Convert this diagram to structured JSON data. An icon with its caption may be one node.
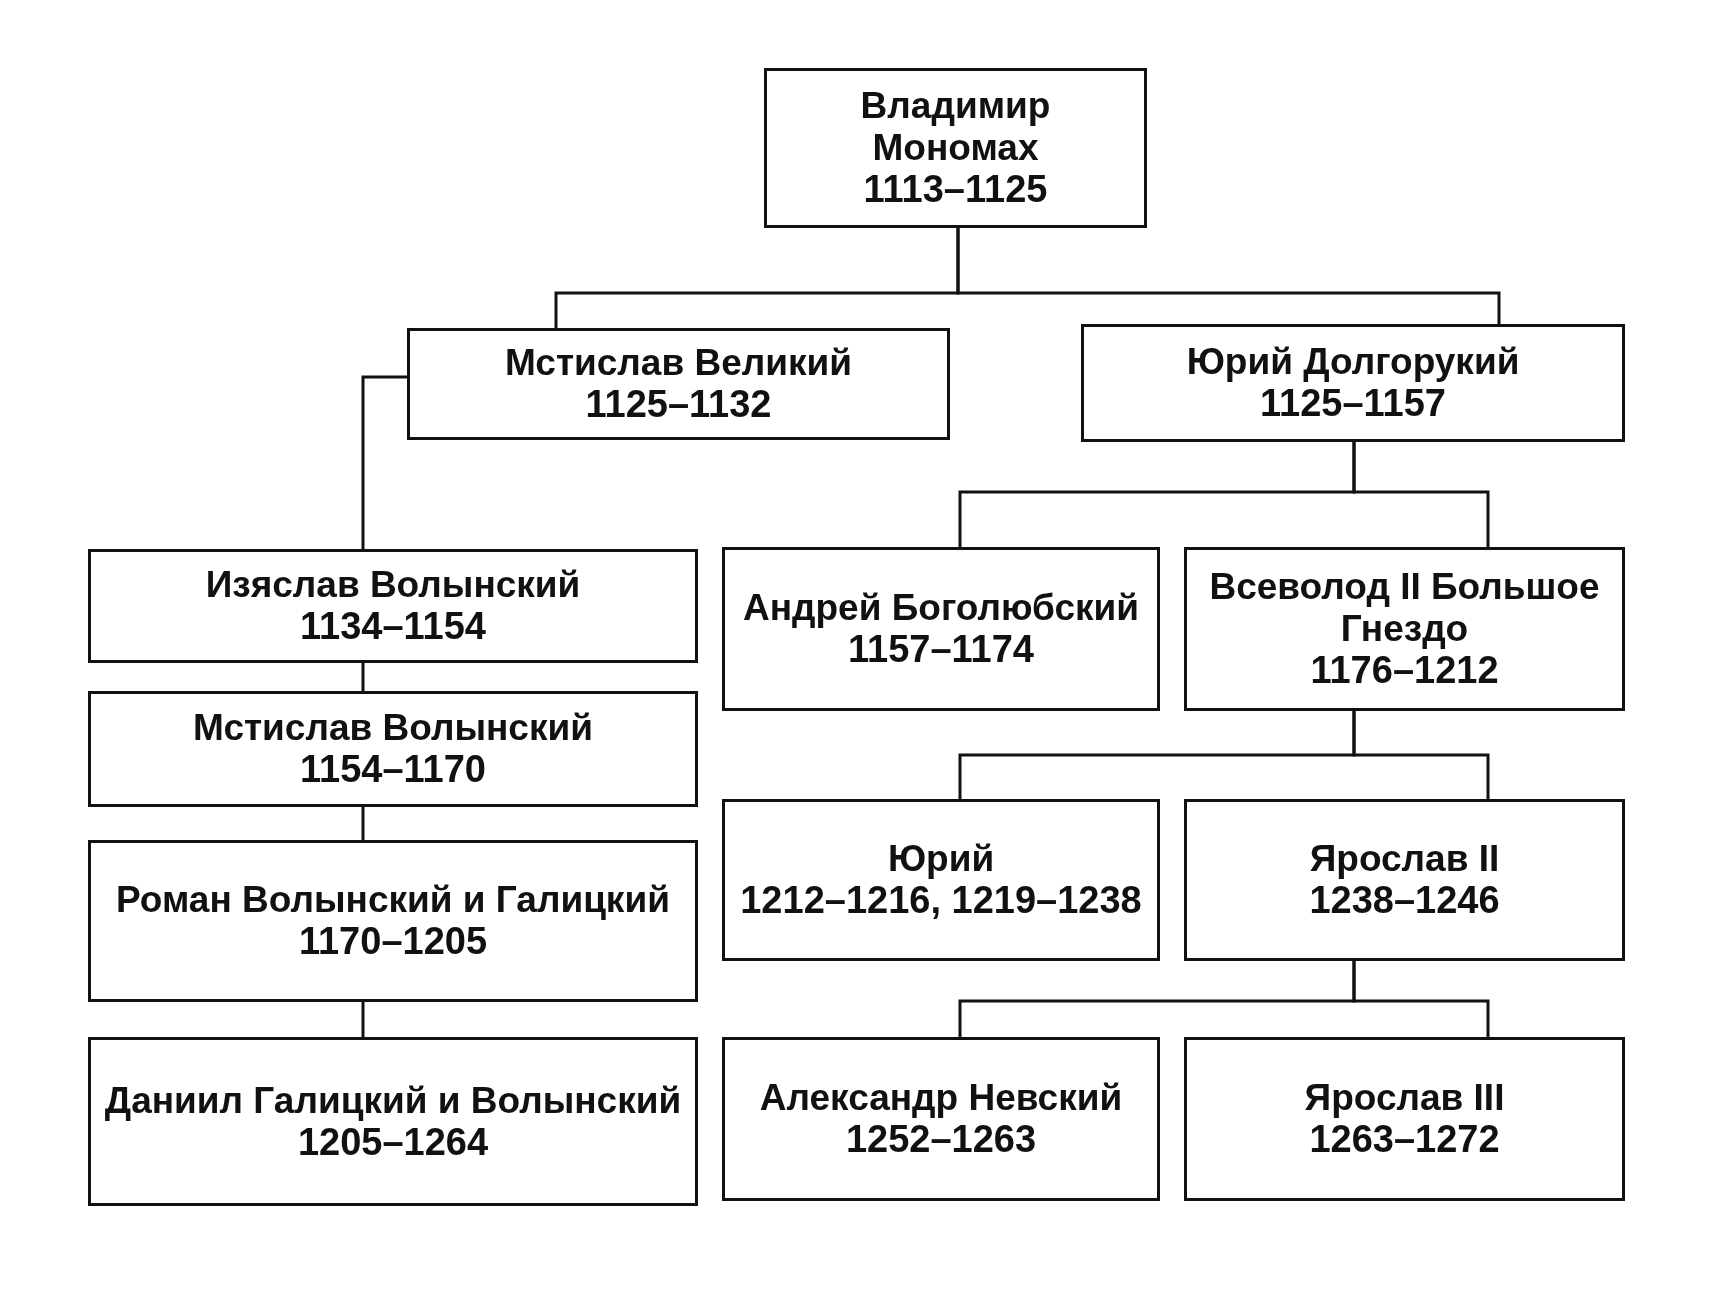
{
  "diagram": {
    "nodes": [
      {
        "text": [
          "Владимир Мономах",
          "1113–1125"
        ]
      },
      {
        "text": [
          "Мстислав Великий",
          "1125–1132"
        ]
      },
      {
        "text": [
          "Юрий Долгорукий",
          "1125–1157"
        ]
      },
      {
        "text": [
          "Изяслав Волынский",
          "1134–1154"
        ]
      },
      {
        "text": [
          "Андрей Боголюбский",
          "1157–1174"
        ]
      },
      {
        "text": [
          "Всеволод II Большое Гнездо",
          "1176–1212"
        ]
      },
      {
        "text": [
          "Мстислав Волынский",
          "1154–1170"
        ]
      },
      {
        "text": [
          "Юрий",
          "1212–1216, 1219–1238"
        ]
      },
      {
        "text": [
          "Ярослав II",
          "1238–1246"
        ]
      },
      {
        "text": [
          "Роман Волынский и Галицкий",
          "1170–1205"
        ]
      },
      {
        "text": [
          "Даниил Галицкий и Волынский",
          "1205–1264"
        ]
      },
      {
        "text": [
          "Александр Невский",
          "1252–1263"
        ]
      },
      {
        "text": [
          "Ярослав III",
          "1263–1272"
        ]
      }
    ],
    "edges": [
      {
        "from": 0,
        "to": 1,
        "arrow": "none"
      },
      {
        "from": 0,
        "to": 2,
        "arrow": "none"
      },
      {
        "from": 1,
        "to": 3,
        "arrow": "none"
      },
      {
        "from": 2,
        "to": 4,
        "arrow": "none"
      },
      {
        "from": 2,
        "to": 5,
        "arrow": "none"
      },
      {
        "from": 3,
        "to": 6,
        "arrow": "none"
      },
      {
        "from": 6,
        "to": 9,
        "arrow": "none"
      },
      {
        "from": 9,
        "to": 10,
        "arrow": "none"
      },
      {
        "from": 5,
        "to": 7,
        "arrow": "none"
      },
      {
        "from": 5,
        "to": 8,
        "arrow": "none"
      },
      {
        "from": 8,
        "to": 11,
        "arrow": "none"
      },
      {
        "from": 8,
        "to": 12,
        "arrow": "none"
      }
    ]
  }
}
